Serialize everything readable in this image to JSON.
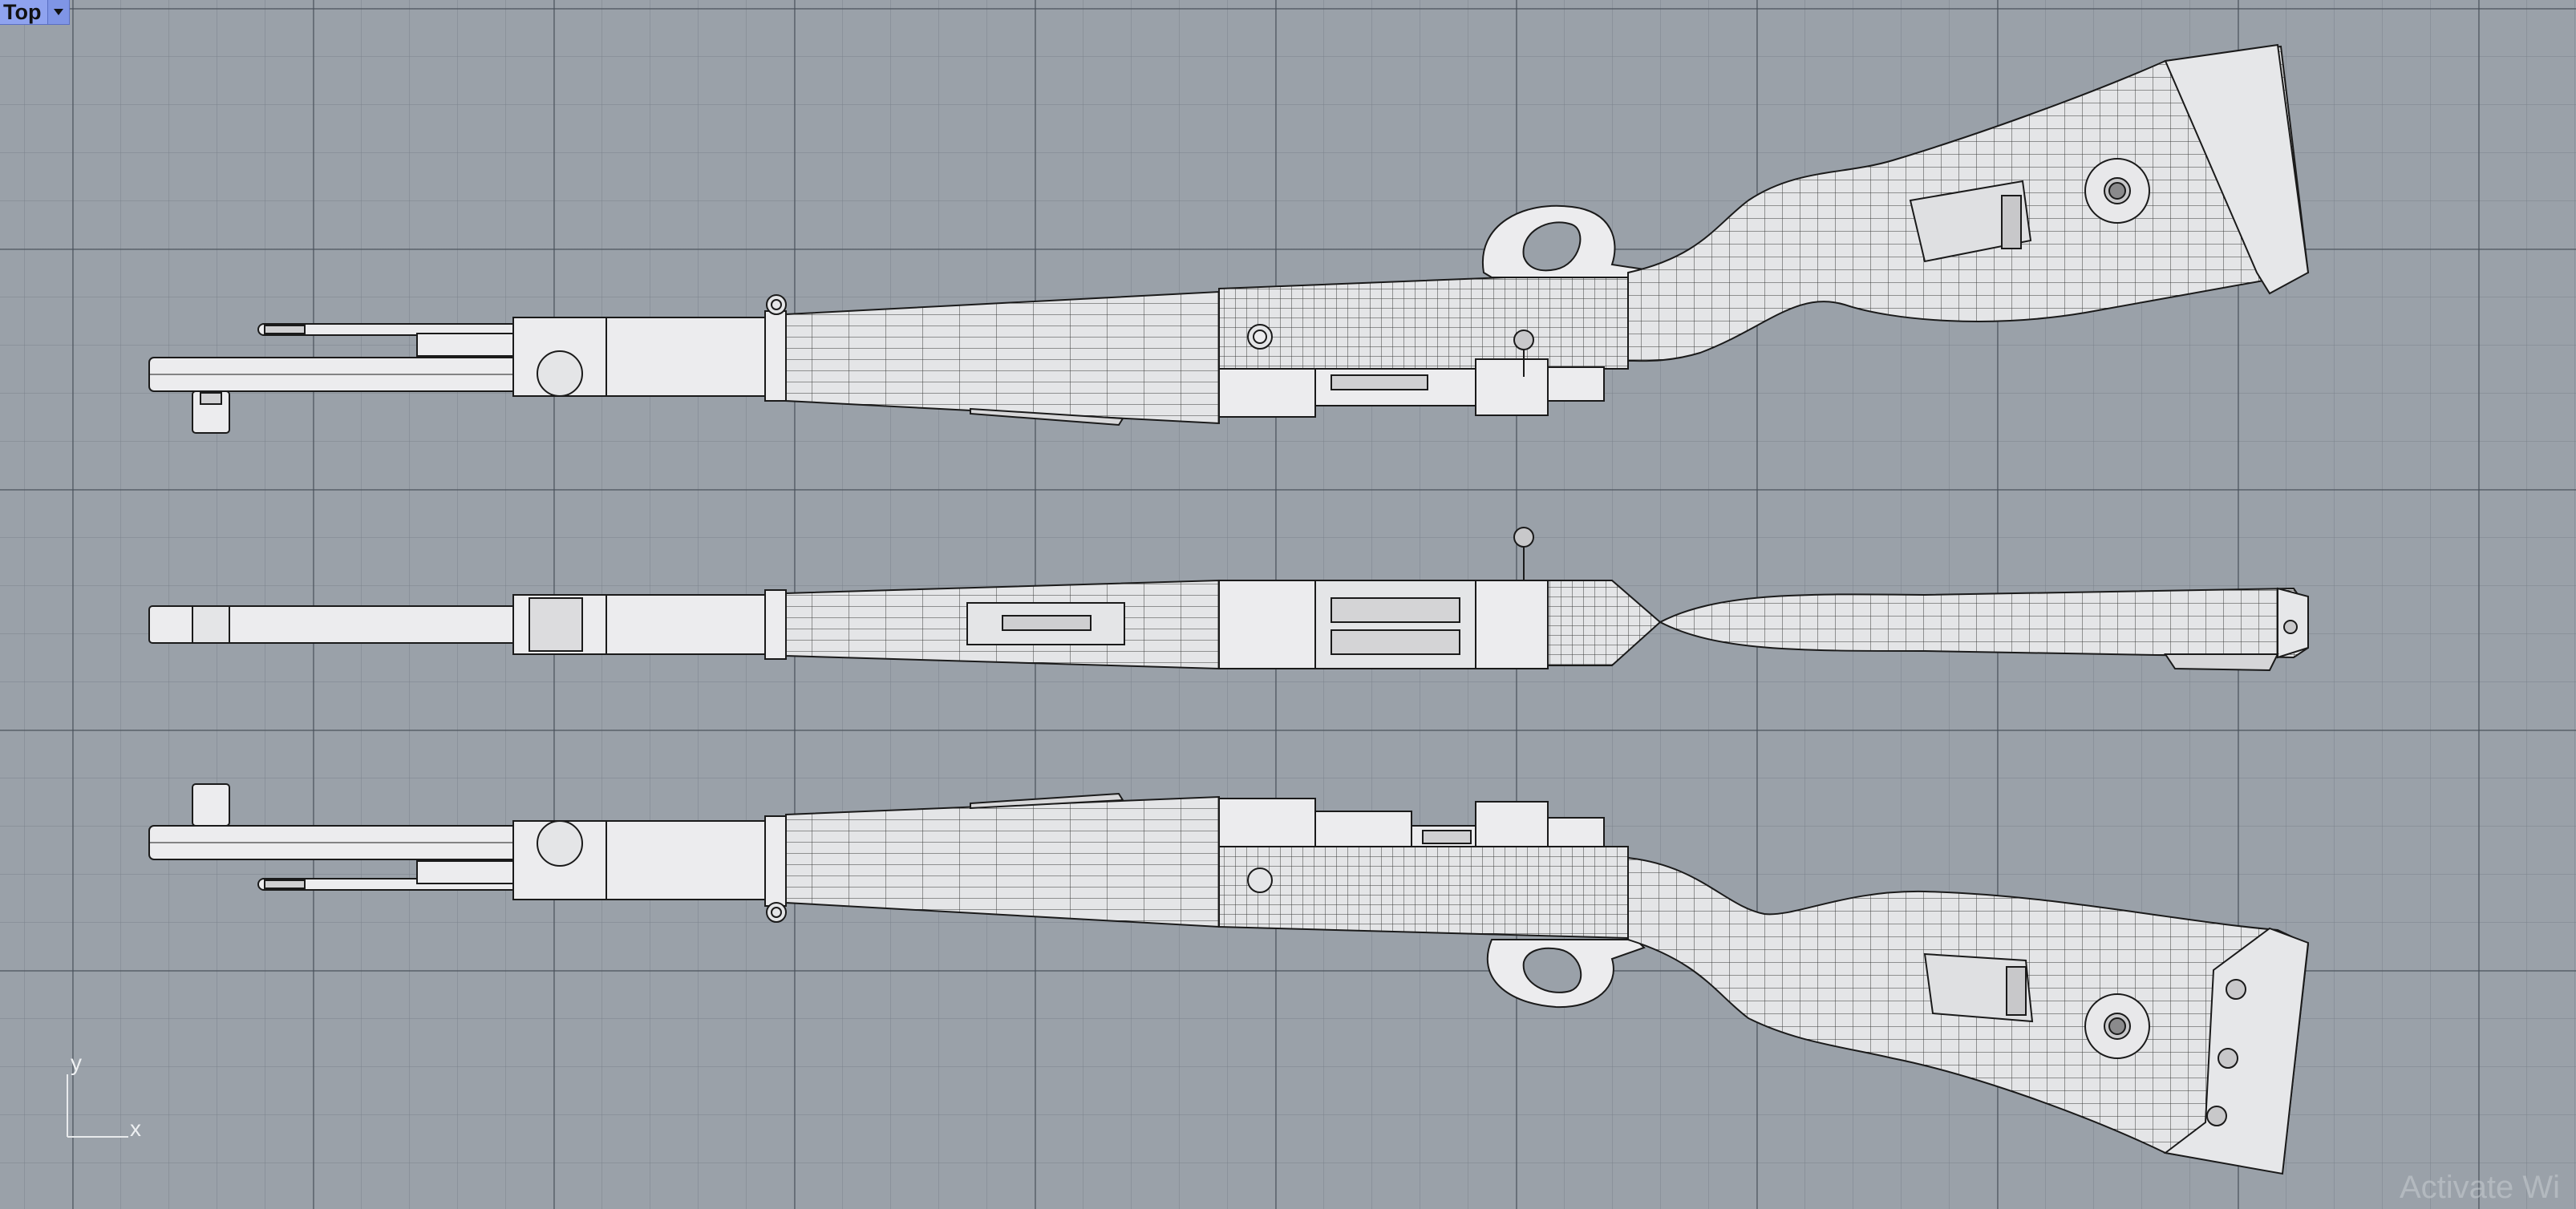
{
  "viewport": {
    "name": "Top",
    "menu_icon": "chevron-down-icon"
  },
  "axes": {
    "x_label": "x",
    "y_label": "y"
  },
  "watermark": "Activate Wi",
  "colors": {
    "background": "#9aa1a9",
    "grid_major": "#4a5058",
    "model_fill": "#e6e7e9",
    "model_stroke": "#1a1a1a",
    "tab_accent": "#8fa3ef"
  },
  "scene": {
    "objects": [
      "rifle-side-view",
      "rifle-top-view",
      "rifle-side-view-mirrored"
    ]
  }
}
